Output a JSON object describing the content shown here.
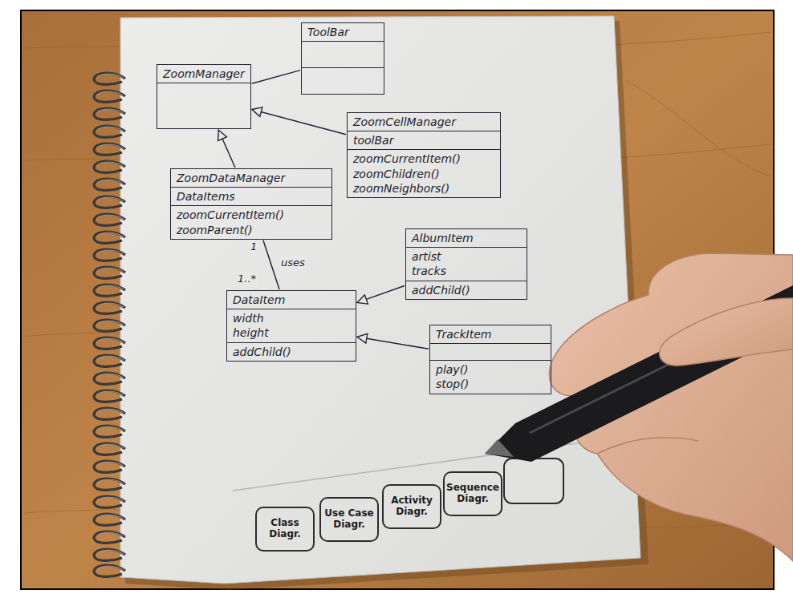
{
  "diagram": {
    "nodes": [
      {
        "text": [
          "ZoomManager"
        ]
      },
      {
        "text": [
          "ToolBar"
        ]
      },
      {
        "text": [
          "ZoomCellManager",
          "toolBar",
          "zoomCurrentItem() zoomChildren() zoomNeighbors()"
        ]
      },
      {
        "text": [
          "ZoomDataManager",
          "DataItems",
          "zoomCurrentItem() zoomParent()"
        ]
      },
      {
        "text": [
          "AlbumItem",
          "artist tracks",
          "addChild()"
        ]
      },
      {
        "text": [
          "DataItem",
          "width height",
          "addChild()"
        ]
      },
      {
        "text": [
          "TrackItem",
          "play() stop()"
        ]
      },
      {
        "text": [
          "Class Diagr."
        ]
      },
      {
        "text": [
          "Use Case Diagr."
        ]
      },
      {
        "text": [
          "Activity Diagr."
        ]
      },
      {
        "text": [
          "Sequence Diagr."
        ]
      }
    ],
    "edges": [
      {
        "from": 0,
        "to": 1,
        "arrow": "none"
      },
      {
        "from": 3,
        "to": 0,
        "arrow": "to"
      },
      {
        "from": 2,
        "to": 0,
        "arrow": "to"
      },
      {
        "from": 3,
        "to": 5,
        "label": "uses",
        "arrow": "none"
      },
      {
        "from": 4,
        "to": 5,
        "arrow": "to"
      },
      {
        "from": 6,
        "to": 5,
        "arrow": "to"
      }
    ],
    "labels": [
      "1",
      "1..*"
    ]
  }
}
